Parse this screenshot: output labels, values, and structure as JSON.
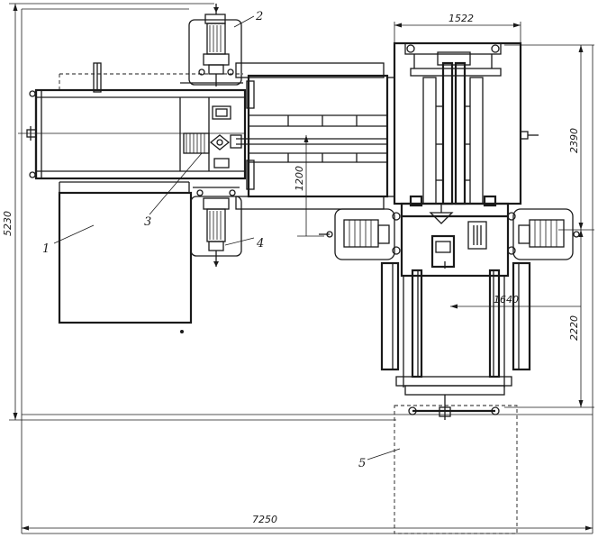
{
  "labels": {
    "part_1": "1",
    "part_2": "2",
    "part_3": "3",
    "part_4": "4",
    "part_5": "5"
  },
  "dimensions": {
    "overall_width": "7250",
    "overall_height": "5230",
    "top_width": "1522",
    "right_upper": "2390",
    "right_lower": "2220",
    "center_vertical": "1200",
    "mid_horizontal": "1640"
  }
}
